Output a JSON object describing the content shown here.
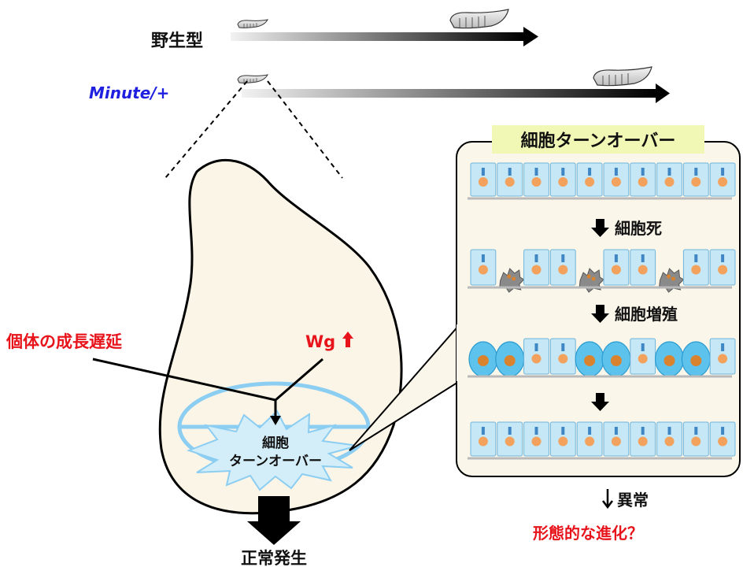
{
  "top": {
    "wildtype_label": "野生型",
    "minute_label": "Minute/+"
  },
  "disc": {
    "growth_delay_label": "個体の成長遅延",
    "wg_label": "Wg",
    "turnover_burst_line1": "細胞",
    "turnover_burst_line2": "ターンオーバー",
    "normal_development_label": "正常発生"
  },
  "panel": {
    "title": "細胞ターンオーバー",
    "step_cell_death": "細胞死",
    "step_proliferation": "細胞増殖",
    "abnormal_label": "異常",
    "evolution_label": "形態的な進化？"
  },
  "colors": {
    "red": "#e8141c",
    "blue": "#1f1fe0",
    "disc_fill": "#fbf5e8",
    "cell_fill": "#c6e7f6",
    "cell_stroke": "#6fb5db",
    "nucleus": "#f2a25d",
    "panel_fill": "#fbf6ea",
    "title_bg": "#f1f8b5",
    "prolif_cell": "#5ec3ec",
    "dead_cell": "#8a8a8a"
  },
  "icons": [
    "larva-icon",
    "arrow-down-icon",
    "arrow-up-icon",
    "dead-cell-icon"
  ]
}
